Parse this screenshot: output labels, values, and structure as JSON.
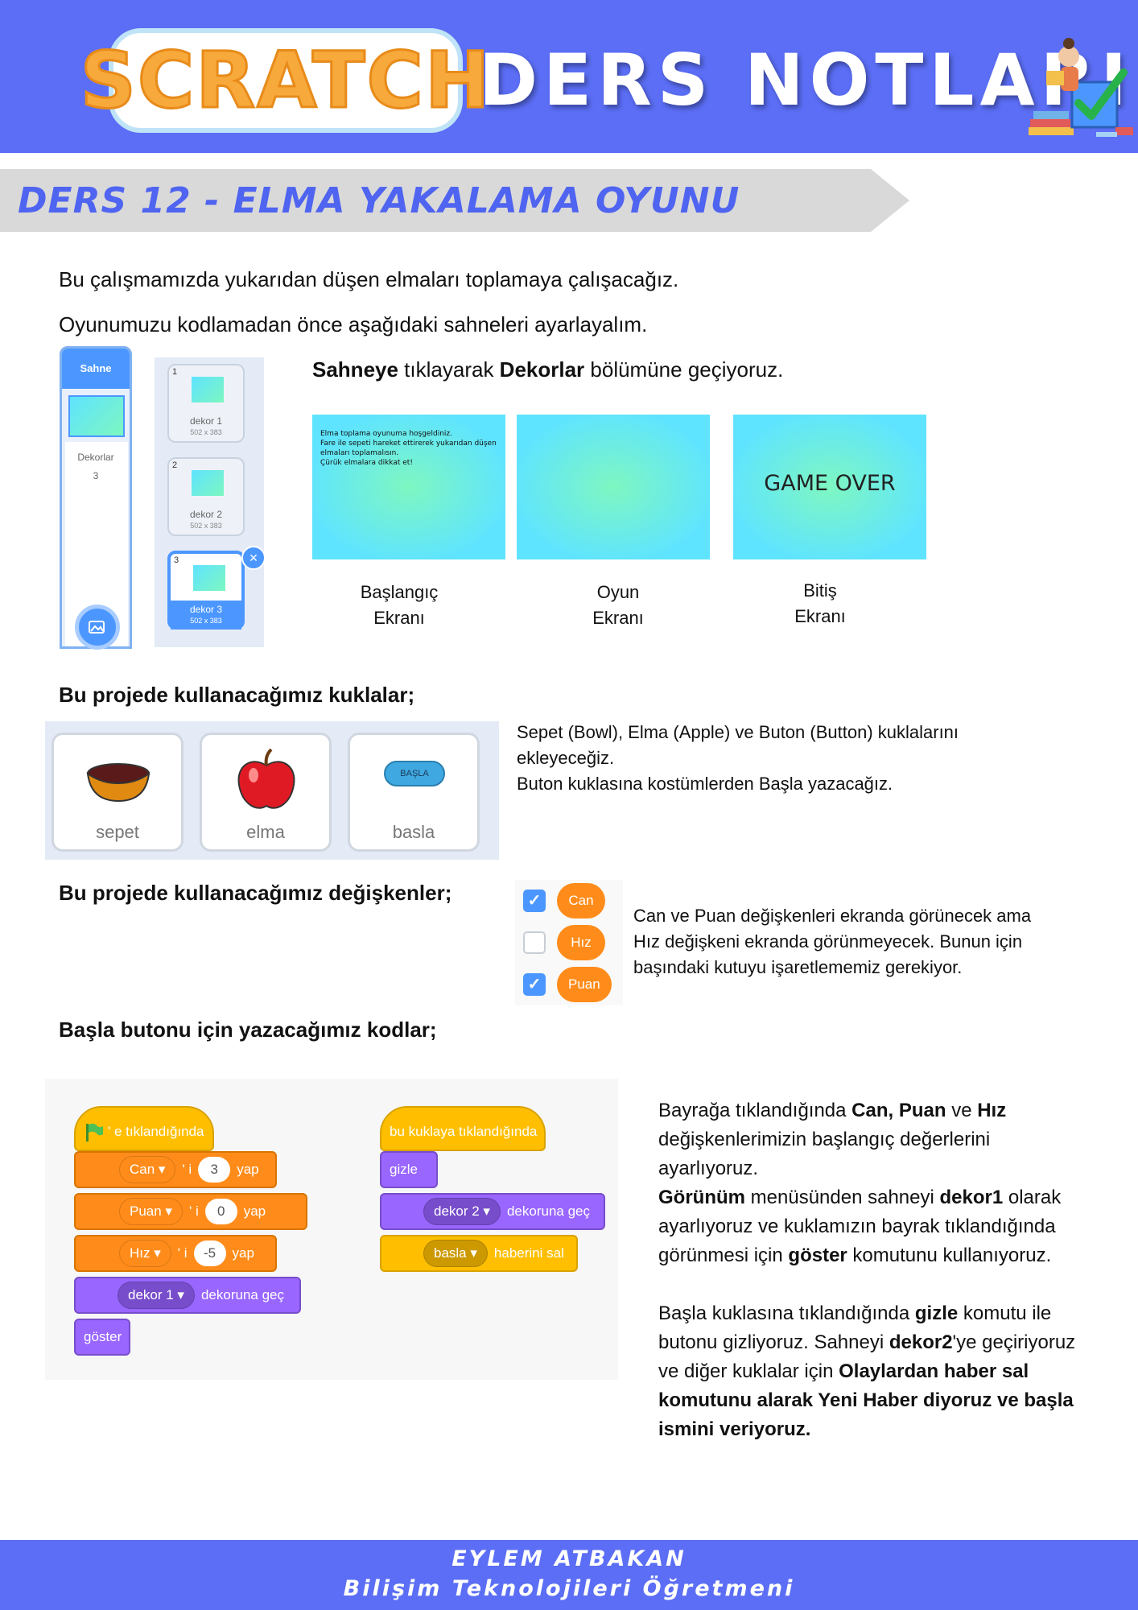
{
  "header": {
    "logo_text": "SCRATCH",
    "title": "DERS NOTLARI"
  },
  "lesson": {
    "title": "DERS 12 - ELMA YAKALAMA OYUNU"
  },
  "intro": {
    "line1": "Bu çalışmamızda yukarıdan düşen elmaları toplamaya çalışacağız.",
    "line2": "Oyunumuzu kodlamadan önce aşağıdaki sahneleri ayarlayalım."
  },
  "stage_instruction": {
    "part1": "Sahneye",
    "part2": " tıklayarak ",
    "part3": "Dekorlar",
    "part4": " bölümüne geçiyoruz."
  },
  "stage_panel": {
    "header": "Sahne",
    "label": "Dekorlar",
    "count": "3"
  },
  "backdrops": [
    {
      "num": "1",
      "name": "dekor 1",
      "size": "502 x 383"
    },
    {
      "num": "2",
      "name": "dekor 2",
      "size": "502 x 383"
    },
    {
      "num": "3",
      "name": "dekor 3",
      "size": "502 x 383"
    }
  ],
  "screens": {
    "start_text": [
      "Elma toplama oyunuma hoşgeldiniz.",
      "Fare ile sepeti hareket ettirerek yukarıdan düşen",
      "elmaları toplamalısın.",
      "Çürük elmalara dikkat et!"
    ],
    "end_text": "GAME OVER",
    "captions": [
      {
        "line1": "Başlangıç",
        "line2": "Ekranı"
      },
      {
        "line1": "Oyun",
        "line2": "Ekranı"
      },
      {
        "line1": "Bitiş",
        "line2": "Ekranı"
      }
    ]
  },
  "sprites_section": {
    "heading": "Bu projede kullanacağımız kuklalar;",
    "sprites": [
      "sepet",
      "elma",
      "basla"
    ],
    "button_costume_text": "BAŞLA",
    "desc_line1": "Sepet (Bowl), Elma (Apple) ve Buton (Button) kuklalarını",
    "desc_line2": "ekleyeceğiz.",
    "desc_line3": "Buton kuklasına kostümlerden Başla yazacağız."
  },
  "variables_section": {
    "heading": "Bu projede kullanacağımız değişkenler;",
    "vars": [
      {
        "name": "Can",
        "checked": true
      },
      {
        "name": "Hız",
        "checked": false
      },
      {
        "name": "Puan",
        "checked": true
      }
    ],
    "desc_line1": "Can ve Puan değişkenleri ekranda görünecek ama",
    "desc_line2": "Hız değişkeni ekranda görünmeyecek. Bunun için",
    "desc_line3": "başındaki  kutuyu işaretlememiz gerekiyor."
  },
  "code_section": {
    "heading": "Başla butonu için yazacağımız kodlar;",
    "script1": {
      "hat": "' e tıklandığında",
      "set_suffix": "' i",
      "set_action": "yap",
      "sets": [
        {
          "var": "Can",
          "value": "3"
        },
        {
          "var": "Puan",
          "value": "0"
        },
        {
          "var": "Hız",
          "value": "-5"
        }
      ],
      "switch_backdrop": "dekor 1",
      "switch_label": "dekoruna geç",
      "show": "göster"
    },
    "script2": {
      "hat": "bu kuklaya tıklandığında",
      "hide": "gizle",
      "switch_backdrop": "dekor 2",
      "switch_label": "dekoruna geç",
      "broadcast_msg": "basla",
      "broadcast_label": "haberini sal"
    },
    "explanation": {
      "p1": [
        {
          "t": "Bayrağa tıklandığında ",
          "b": false
        },
        {
          "t": "Can, Puan",
          "b": true
        },
        {
          "t": " ve ",
          "b": false
        },
        {
          "t": "Hız",
          "b": true
        },
        {
          "t": " değişkenlerimizin başlangıç değerlerini ayarlıyoruz.",
          "b": false
        }
      ],
      "p2": [
        {
          "t": "Görünüm",
          "b": true
        },
        {
          "t": " menüsünden sahneyi ",
          "b": false
        },
        {
          "t": "dekor1",
          "b": true
        },
        {
          "t": " olarak ayarlıyoruz ve kuklamızın bayrak tıklandığında görünmesi için ",
          "b": false
        },
        {
          "t": "göster",
          "b": true
        },
        {
          "t": " komutunu kullanıyoruz.",
          "b": false
        }
      ],
      "p3": [
        {
          "t": "Başla kuklasına tıklandığında ",
          "b": false
        },
        {
          "t": "gizle",
          "b": true
        },
        {
          "t": " komutu ile butonu gizliyoruz. Sahneyi ",
          "b": false
        },
        {
          "t": "dekor2",
          "b": true
        },
        {
          "t": "'ye geçiriyoruz ve diğer kuklalar için ",
          "b": false
        },
        {
          "t": "Olaylardan haber sal komutunu alarak Yeni Haber diyoruz ve başla ismini veriyoruz.",
          "b": true
        }
      ]
    }
  },
  "footer": {
    "name": "EYLEM ATBAKAN",
    "role": "Bilişim Teknolojileri Öğretmeni"
  },
  "colors": {
    "header_bg": "#5b6ef5",
    "lesson_title": "#4f64f0",
    "banner_bg": "#d9d9d9",
    "scratch_orange": "#f7a93b"
  }
}
